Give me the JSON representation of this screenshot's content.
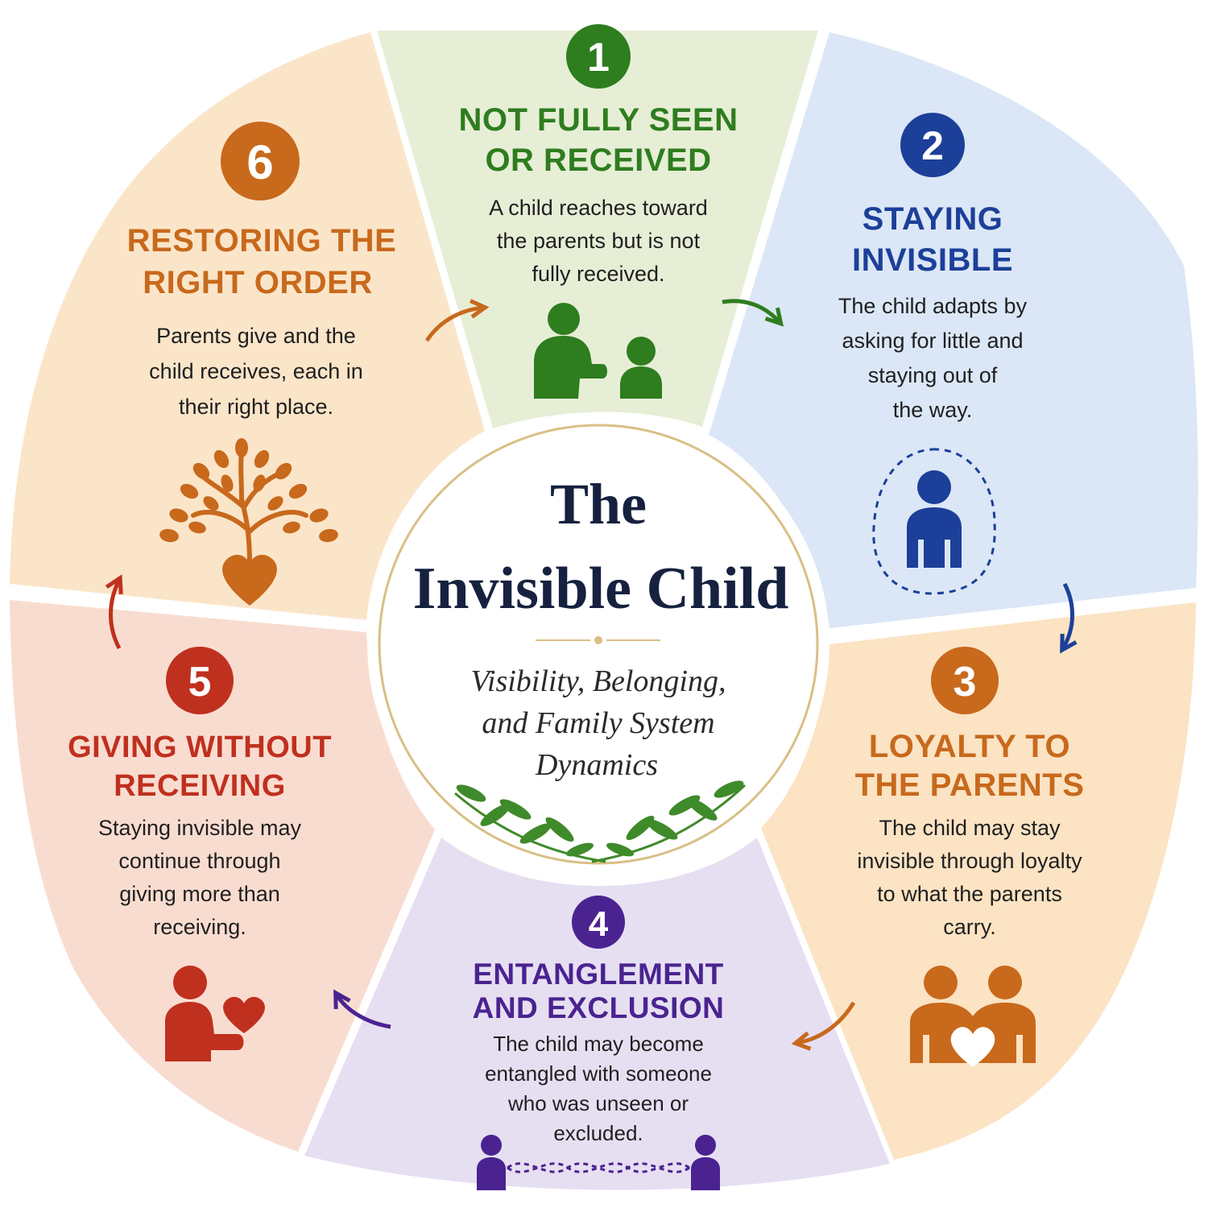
{
  "center": {
    "title_line1": "The",
    "title_line2": "Invisible Child",
    "subtitle_line1": "Visibility, Belonging,",
    "subtitle_line2": "and Family System",
    "subtitle_line3": "Dynamics"
  },
  "steps": [
    {
      "number": "1",
      "title_line1": "NOT FULLY SEEN",
      "title_line2": "OR RECEIVED",
      "body_lines": [
        "A child reaches toward",
        "the parents but is not",
        "fully received."
      ],
      "color": "#2e7d1f",
      "bg": "#e7eed6",
      "icon": "parent-child-reaching-icon"
    },
    {
      "number": "2",
      "title_line1": "STAYING",
      "title_line2": "INVISIBLE",
      "body_lines": [
        "The child adapts by",
        "asking for little and",
        "staying out of",
        "the way."
      ],
      "color": "#1c3f99",
      "bg": "#dbe7f6",
      "icon": "child-in-dashed-outline-icon"
    },
    {
      "number": "3",
      "title_line1": "LOYALTY TO",
      "title_line2": "THE PARENTS",
      "body_lines": [
        "The child may stay",
        "invisible through loyalty",
        "to what the parents",
        "carry."
      ],
      "color": "#c8691c",
      "bg": "#fbe3c3",
      "icon": "two-parents-heart-icon"
    },
    {
      "number": "4",
      "title_line1": "ENTANGLEMENT",
      "title_line2": "AND EXCLUSION",
      "body_lines": [
        "The child may become",
        "entangled with someone",
        "who was unseen or",
        "excluded."
      ],
      "color": "#4a2390",
      "bg": "#e6dff2",
      "icon": "entangled-people-icon"
    },
    {
      "number": "5",
      "title_line1": "GIVING WITHOUT",
      "title_line2": "RECEIVING",
      "body_lines": [
        "Staying invisible may",
        "continue through",
        "giving more than",
        "receiving."
      ],
      "color": "#c0301e",
      "bg": "#f9dcd0",
      "icon": "person-giving-heart-icon"
    },
    {
      "number": "6",
      "title_line1": "RESTORING THE",
      "title_line2": "RIGHT ORDER",
      "body_lines": [
        "Parents give and the",
        "child receives, each in",
        "their right place."
      ],
      "color": "#c8691c",
      "bg": "#fbe5c9",
      "icon": "tree-heart-icon"
    }
  ],
  "colors": {
    "center_ring": "#d9bf85",
    "laurel": "#3f8a2a"
  }
}
